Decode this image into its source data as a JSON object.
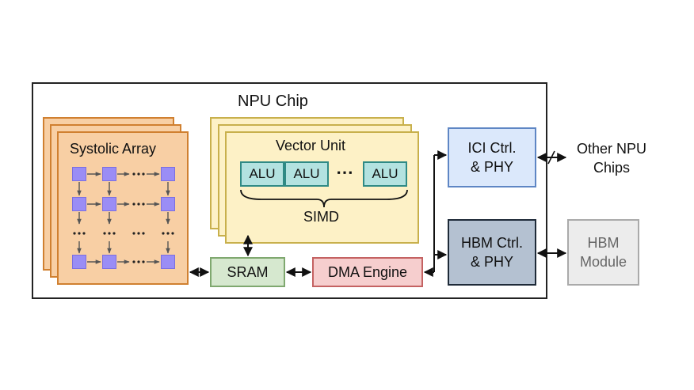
{
  "diagram": {
    "chip_title": "NPU Chip",
    "systolic": {
      "title": "Systolic Array",
      "dots": "⋯"
    },
    "vector": {
      "title": "Vector Unit",
      "alu": [
        "ALU",
        "ALU",
        "ALU"
      ],
      "dots": "⋯",
      "simd_label": "SIMD"
    },
    "sram": "SRAM",
    "dma": "DMA Engine",
    "ici": {
      "line1": "ICI Ctrl.",
      "line2": "& PHY"
    },
    "hbm_ctrl": {
      "line1": "HBM Ctrl.",
      "line2": "& PHY"
    },
    "hbm_module": {
      "line1": "HBM",
      "line2": "Module"
    },
    "other_npu": {
      "line1": "Other NPU",
      "line2": "Chips"
    },
    "colors": {
      "systolic_fill": "#f8cfa4",
      "pe_fill": "#9a8df5",
      "vector_fill": "#fdf1c6",
      "alu_fill": "#b3e2e0",
      "sram_fill": "#d6e8cf",
      "dma_fill": "#f6cece",
      "ici_fill": "#dbe8fb",
      "hbm_ctrl_fill": "#b4c1d1",
      "hbm_module_fill": "#ececec"
    }
  }
}
